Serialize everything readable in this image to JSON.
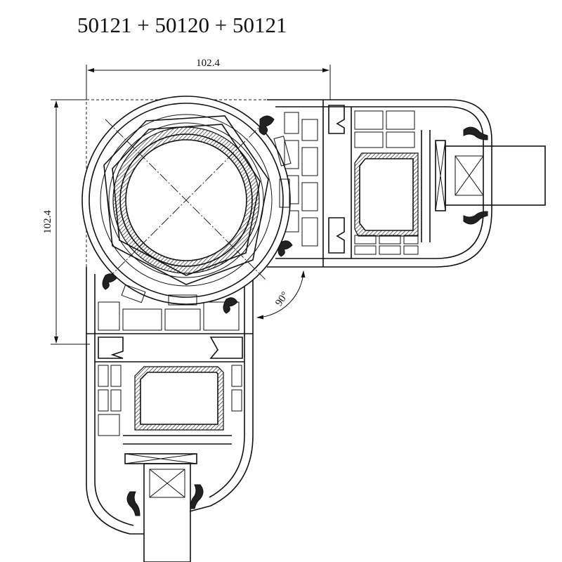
{
  "title": "50121 + 50120 + 50121",
  "dimensions": {
    "horizontal": "102.4",
    "vertical": "102.4",
    "angle": "90°"
  },
  "colors": {
    "line": "#111111",
    "background": "#ffffff"
  }
}
